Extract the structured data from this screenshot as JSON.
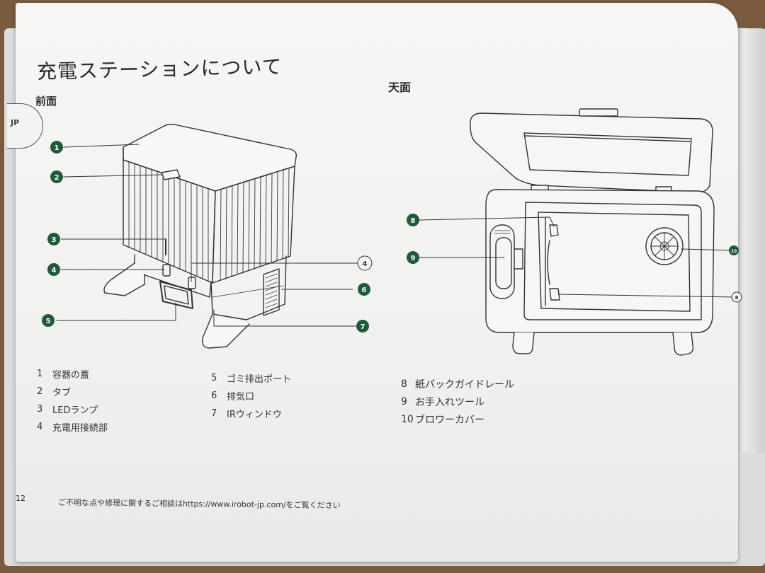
{
  "tab": "JP",
  "title": "充電ステーションについて",
  "front": {
    "heading": "前面",
    "callouts": [
      "1",
      "2",
      "3",
      "4",
      "5",
      "6",
      "7"
    ],
    "legend_left": [
      {
        "num": "1",
        "label": "容器の蓋"
      },
      {
        "num": "2",
        "label": "タブ"
      },
      {
        "num": "3",
        "label": "LEDランプ"
      },
      {
        "num": "4",
        "label": "充電用接続部"
      }
    ],
    "legend_mid": [
      {
        "num": "5",
        "label": "ゴミ排出ポート"
      },
      {
        "num": "6",
        "label": "排気口"
      },
      {
        "num": "7",
        "label": "IRウィンドウ"
      }
    ]
  },
  "top": {
    "heading": "天面",
    "callouts": [
      "8",
      "9",
      "10",
      "8"
    ],
    "legend": [
      {
        "num": "8",
        "label": "紙パックガイドレール"
      },
      {
        "num": "9",
        "label": "お手入れツール"
      },
      {
        "num": "10",
        "label": "ブロワーカバー"
      }
    ]
  },
  "page_number": "12",
  "footer": "ご不明な点や修理に関するご相談はhttps://www.irobot-jp.com/をご覧ください",
  "colors": {
    "callout_fill": "#1f5a3a",
    "line": "#333333"
  }
}
